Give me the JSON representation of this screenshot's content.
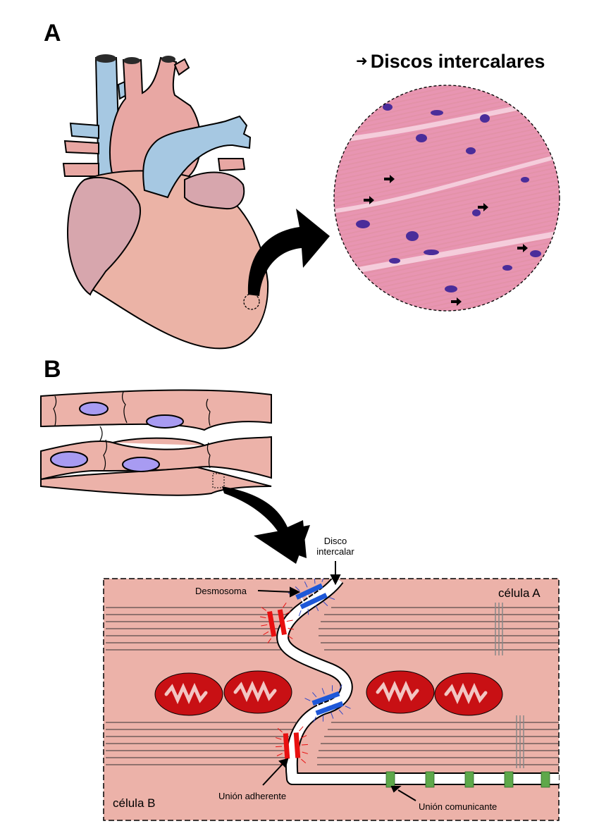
{
  "panels": {
    "a": "A",
    "b": "B"
  },
  "histology_title": "Discos intercalares",
  "labels": {
    "disc_line1": "Disco",
    "disc_line2": "intercalar",
    "desmosome": "Desmosoma",
    "cell_a": "célula A",
    "cell_b": "célula B",
    "adherens": "Unión adherente",
    "gap": "Unión comunicante"
  },
  "colors": {
    "aorta_pink": "#e8a7a3",
    "vein_blue": "#a6c8e2",
    "heart_muscle": "#ebb3a6",
    "atria": "#d7a6ad",
    "tissue_pink": "#ecb2a9",
    "nucleus": "#a89bf2",
    "mitochondria": "#c81014",
    "desmosome_blue": "#1e58d8",
    "adherens_red": "#e81010",
    "gap_green": "#5ea84a"
  }
}
